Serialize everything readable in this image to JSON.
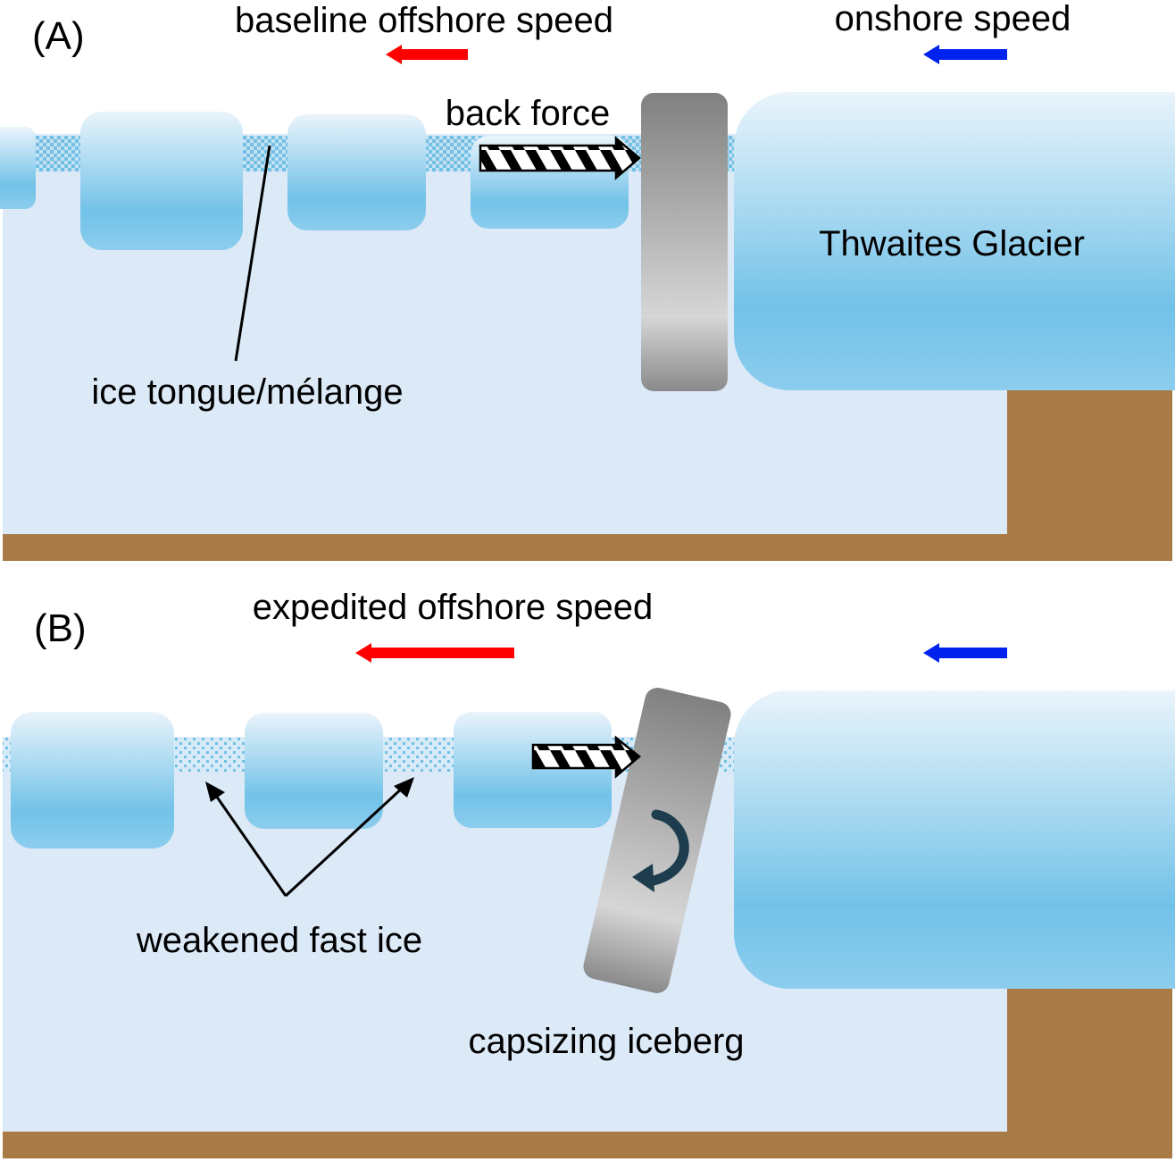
{
  "panel_a": {
    "label": "(A)",
    "offshore_speed_label": "baseline offshore speed",
    "onshore_speed_label": "onshore speed",
    "back_force_label": "back force",
    "glacier_label": "Thwaites Glacier",
    "melange_label": "ice tongue/mélange"
  },
  "panel_b": {
    "label": "(B)",
    "offshore_speed_label": "expedited offshore speed",
    "fast_ice_label": "weakened fast ice",
    "iceberg_label": "capsizing iceberg"
  },
  "colors": {
    "water": "#dce9f7",
    "bedrock": "#a87a45",
    "ice_light": "#eaf4fb",
    "ice_dark": "#72c2e8",
    "iceberg_dark": "#808080",
    "iceberg_light": "#d4d4d4",
    "offshore_arrow": "#ff0000",
    "onshore_arrow": "#0022ee",
    "rotation_arrow": "#1d3d4e"
  }
}
